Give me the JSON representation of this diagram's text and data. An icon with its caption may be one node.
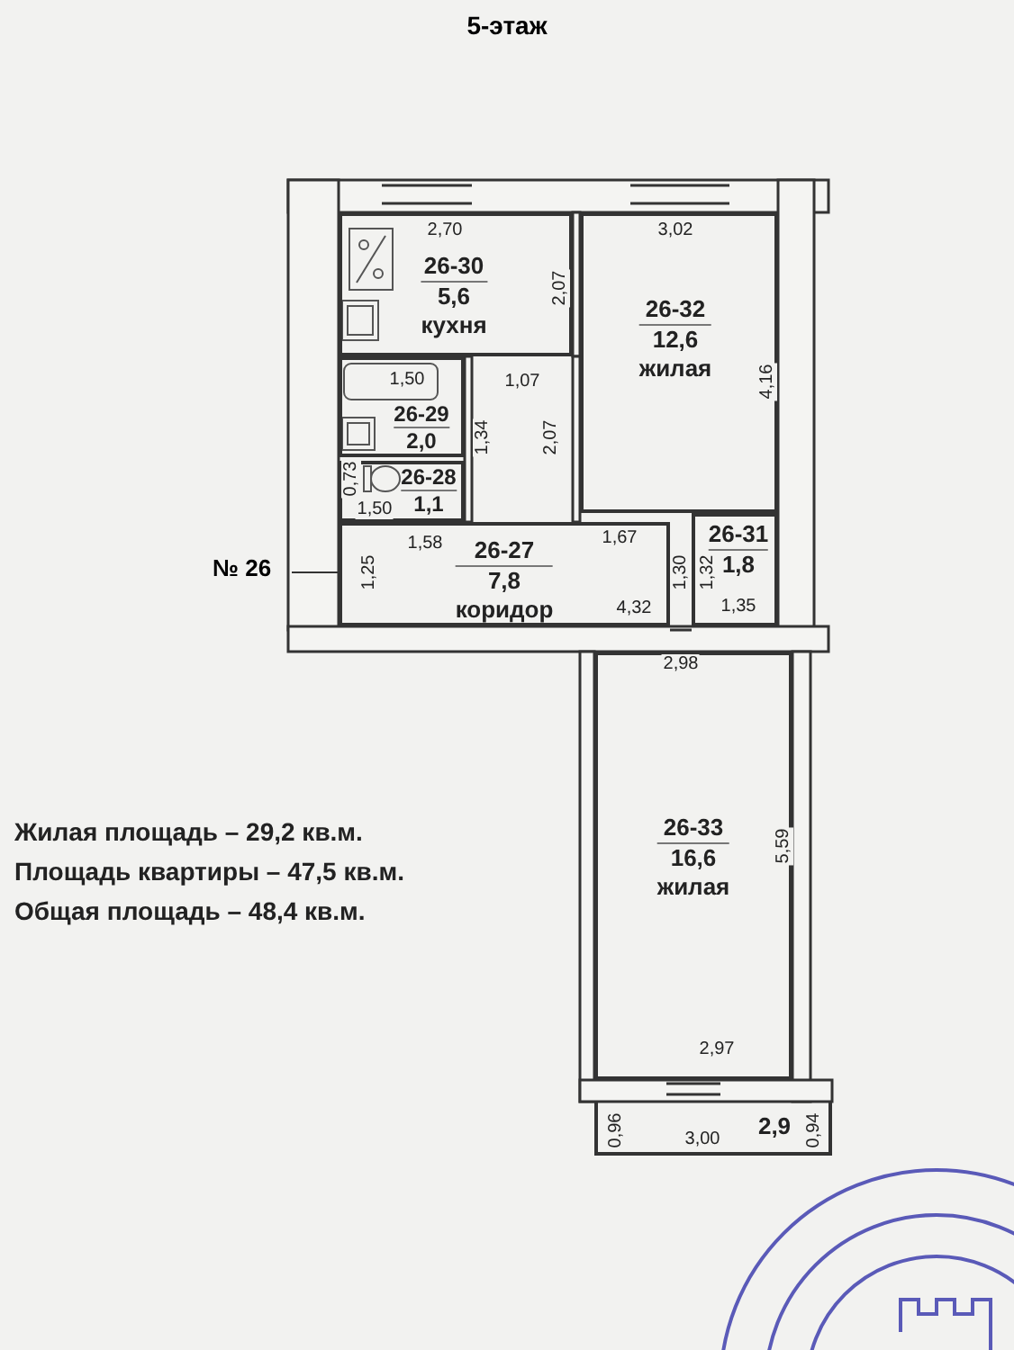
{
  "diagram": {
    "title": "5-этаж",
    "nodes": [
      {
        "text": [
          "26-30",
          "5,6",
          "кухня"
        ]
      },
      {
        "text": [
          "26-29",
          "2,0"
        ]
      },
      {
        "text": [
          "26-28",
          "1,1"
        ]
      },
      {
        "text": [
          "26-27",
          "7,8",
          "коридор"
        ]
      },
      {
        "text": [
          "26-32",
          "12,6",
          "жилая"
        ]
      },
      {
        "text": [
          "26-31",
          "1,8"
        ]
      },
      {
        "text": [
          "26-33",
          "16,6",
          "жилая"
        ]
      },
      {
        "text": [
          "2,9"
        ]
      },
      {
        "text": [
          "№ 26"
        ]
      }
    ],
    "edges": [
      {
        "from": 8,
        "to": 3,
        "arrow": "none"
      }
    ],
    "labels": [
      "2,70",
      "3,02",
      "2,07",
      "1,50",
      "1,07",
      "1,34",
      "2,07",
      "4,16",
      "0,73",
      "1,50",
      "1,67",
      "1,58",
      "1,30",
      "1,32",
      "1,25",
      "4,32",
      "1,35",
      "2,98",
      "5,59",
      "2,97",
      "0,96",
      "3,00",
      "0,94",
      "Жилая площадь – 29,2 кв.м.",
      "Площадь квартиры – 47,5 кв.м.",
      "Общая площадь – 48,4 кв.м."
    ]
  }
}
